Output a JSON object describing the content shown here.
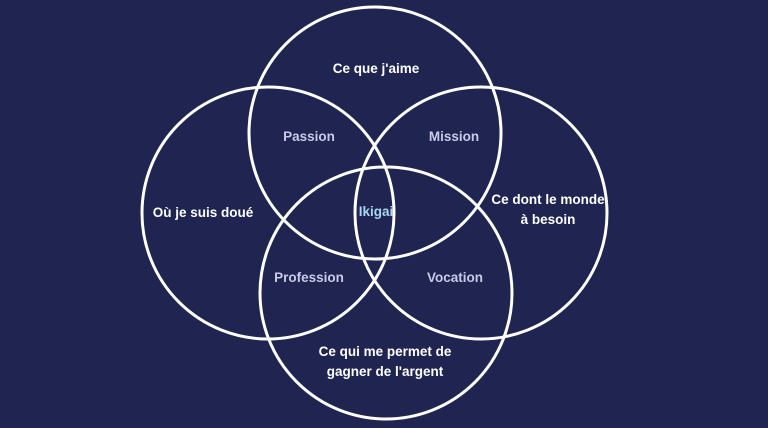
{
  "diagram": {
    "outer": {
      "top": "Ce que j'aime",
      "left": "Où je suis doué",
      "right_line1": "Ce dont le monde",
      "right_line2": "à besoin",
      "bottom_line1": "Ce qui me permet de",
      "bottom_line2": "gagner de l'argent"
    },
    "overlaps": {
      "top_left": "Passion",
      "top_right": "Mission",
      "bottom_left": "Profession",
      "bottom_right": "Vocation"
    },
    "center": "Ikigai"
  },
  "colors": {
    "background": "#1f2550",
    "circle_stroke": "#ffffff",
    "outer_text": "#ffffff",
    "overlap_text": "#c9c9e8",
    "center_text": "#a9d6f0"
  }
}
